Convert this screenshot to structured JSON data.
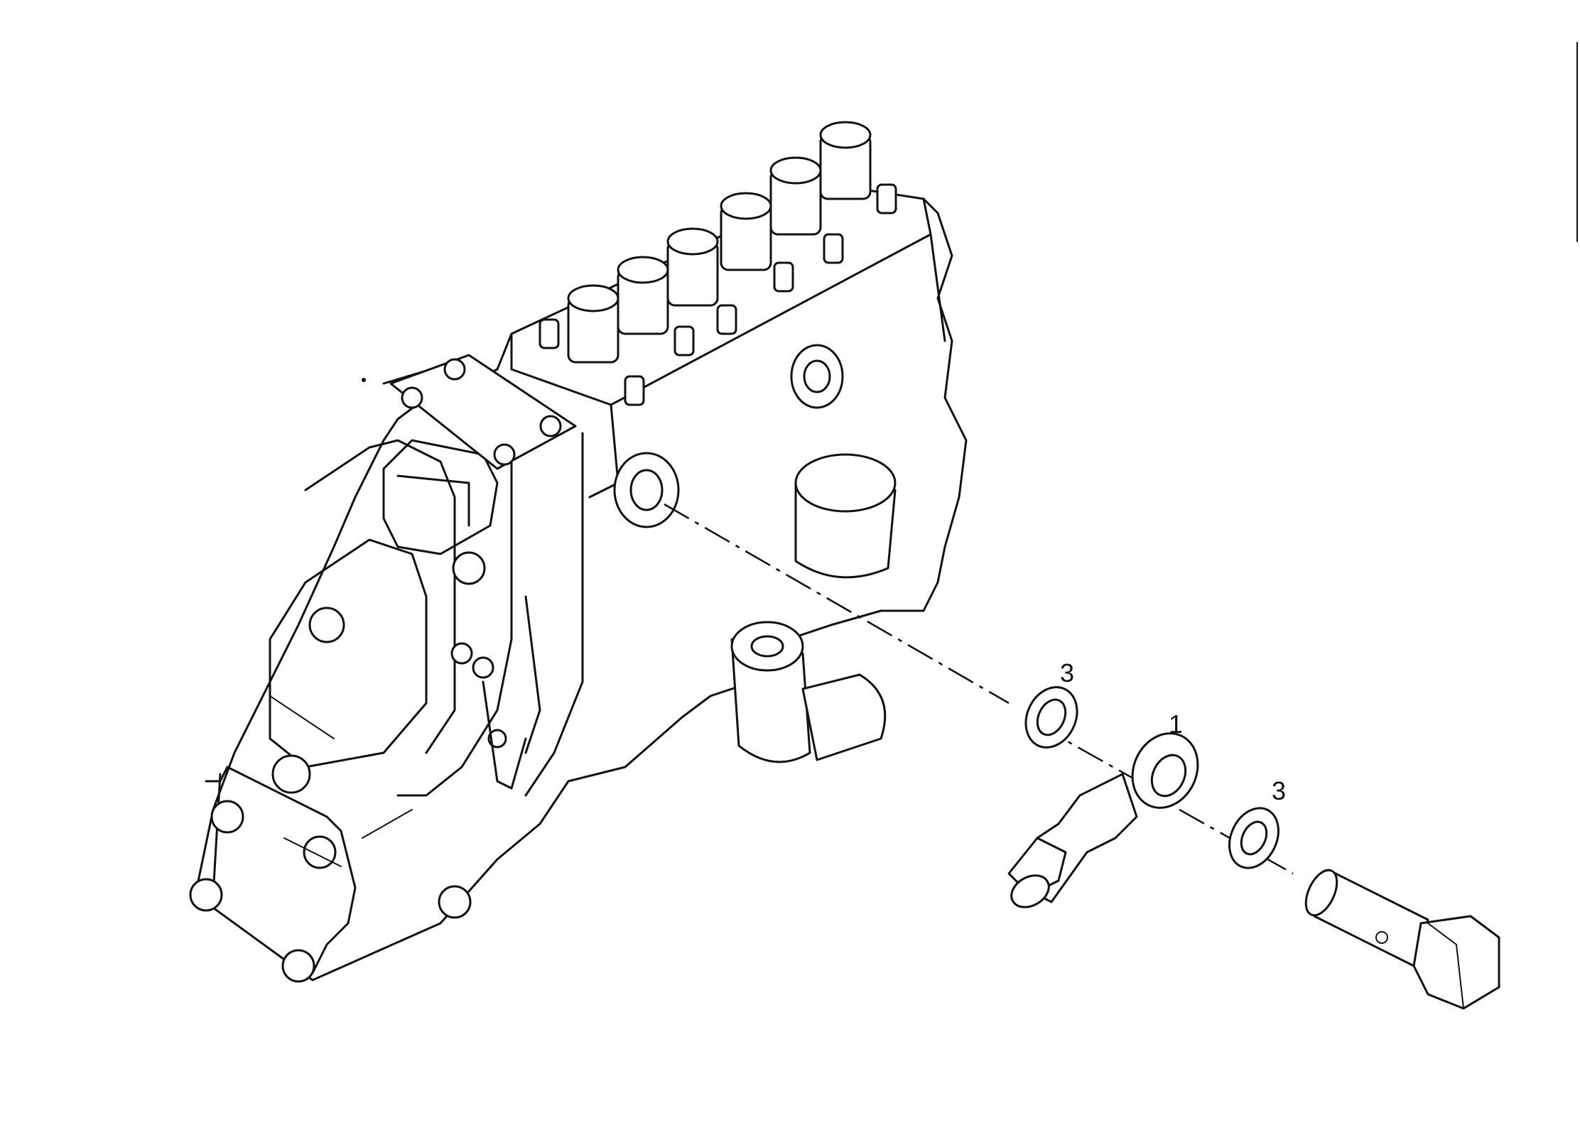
{
  "callouts": {
    "washer_top": "3",
    "banjo_fitting": "1",
    "washer_bottom": "3"
  },
  "parts": [
    {
      "name": "injection-pump-assembly"
    },
    {
      "name": "sealing-washer",
      "callout": "3"
    },
    {
      "name": "banjo-fitting",
      "callout": "1"
    },
    {
      "name": "sealing-washer",
      "callout": "3"
    },
    {
      "name": "banjo-bolt"
    }
  ],
  "colors": {
    "line": "#111111",
    "background": "#ffffff"
  }
}
